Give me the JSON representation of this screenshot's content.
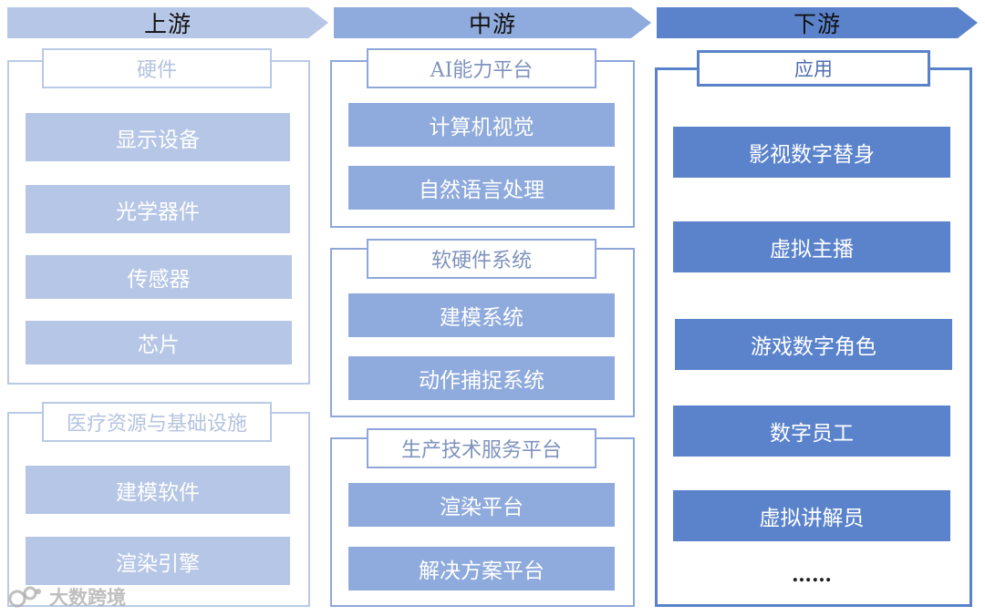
{
  "headers": {
    "upstream": "上游",
    "midstream": "中游",
    "downstream": "下游"
  },
  "upstream": {
    "hardware": {
      "title": "硬件",
      "items": [
        "显示设备",
        "光学器件",
        "传感器",
        "芯片"
      ]
    },
    "medical": {
      "title": "医疗资源与基础设施",
      "items": [
        "建模软件",
        "渲染引擎"
      ]
    }
  },
  "midstream": {
    "ai_platform": {
      "title": "AI能力平台",
      "items": [
        "计算机视觉",
        "自然语言处理"
      ]
    },
    "hw_sw_system": {
      "title": "软硬件系统",
      "items": [
        "建模系统",
        "动作捕捉系统"
      ]
    },
    "production": {
      "title": "生产技术服务平台",
      "items": [
        "渲染平台",
        "解决方案平台"
      ]
    }
  },
  "downstream": {
    "application": {
      "title": "应用",
      "items": [
        "影视数字替身",
        "虚拟主播",
        "游戏数字角色",
        "数字员工",
        "虚拟讲解员"
      ],
      "more": "……"
    }
  },
  "watermark": "大数跨境",
  "colors": {
    "upstream": "#b6c6e6",
    "midstream": "#8faadc",
    "downstream": "#5b83cc"
  }
}
